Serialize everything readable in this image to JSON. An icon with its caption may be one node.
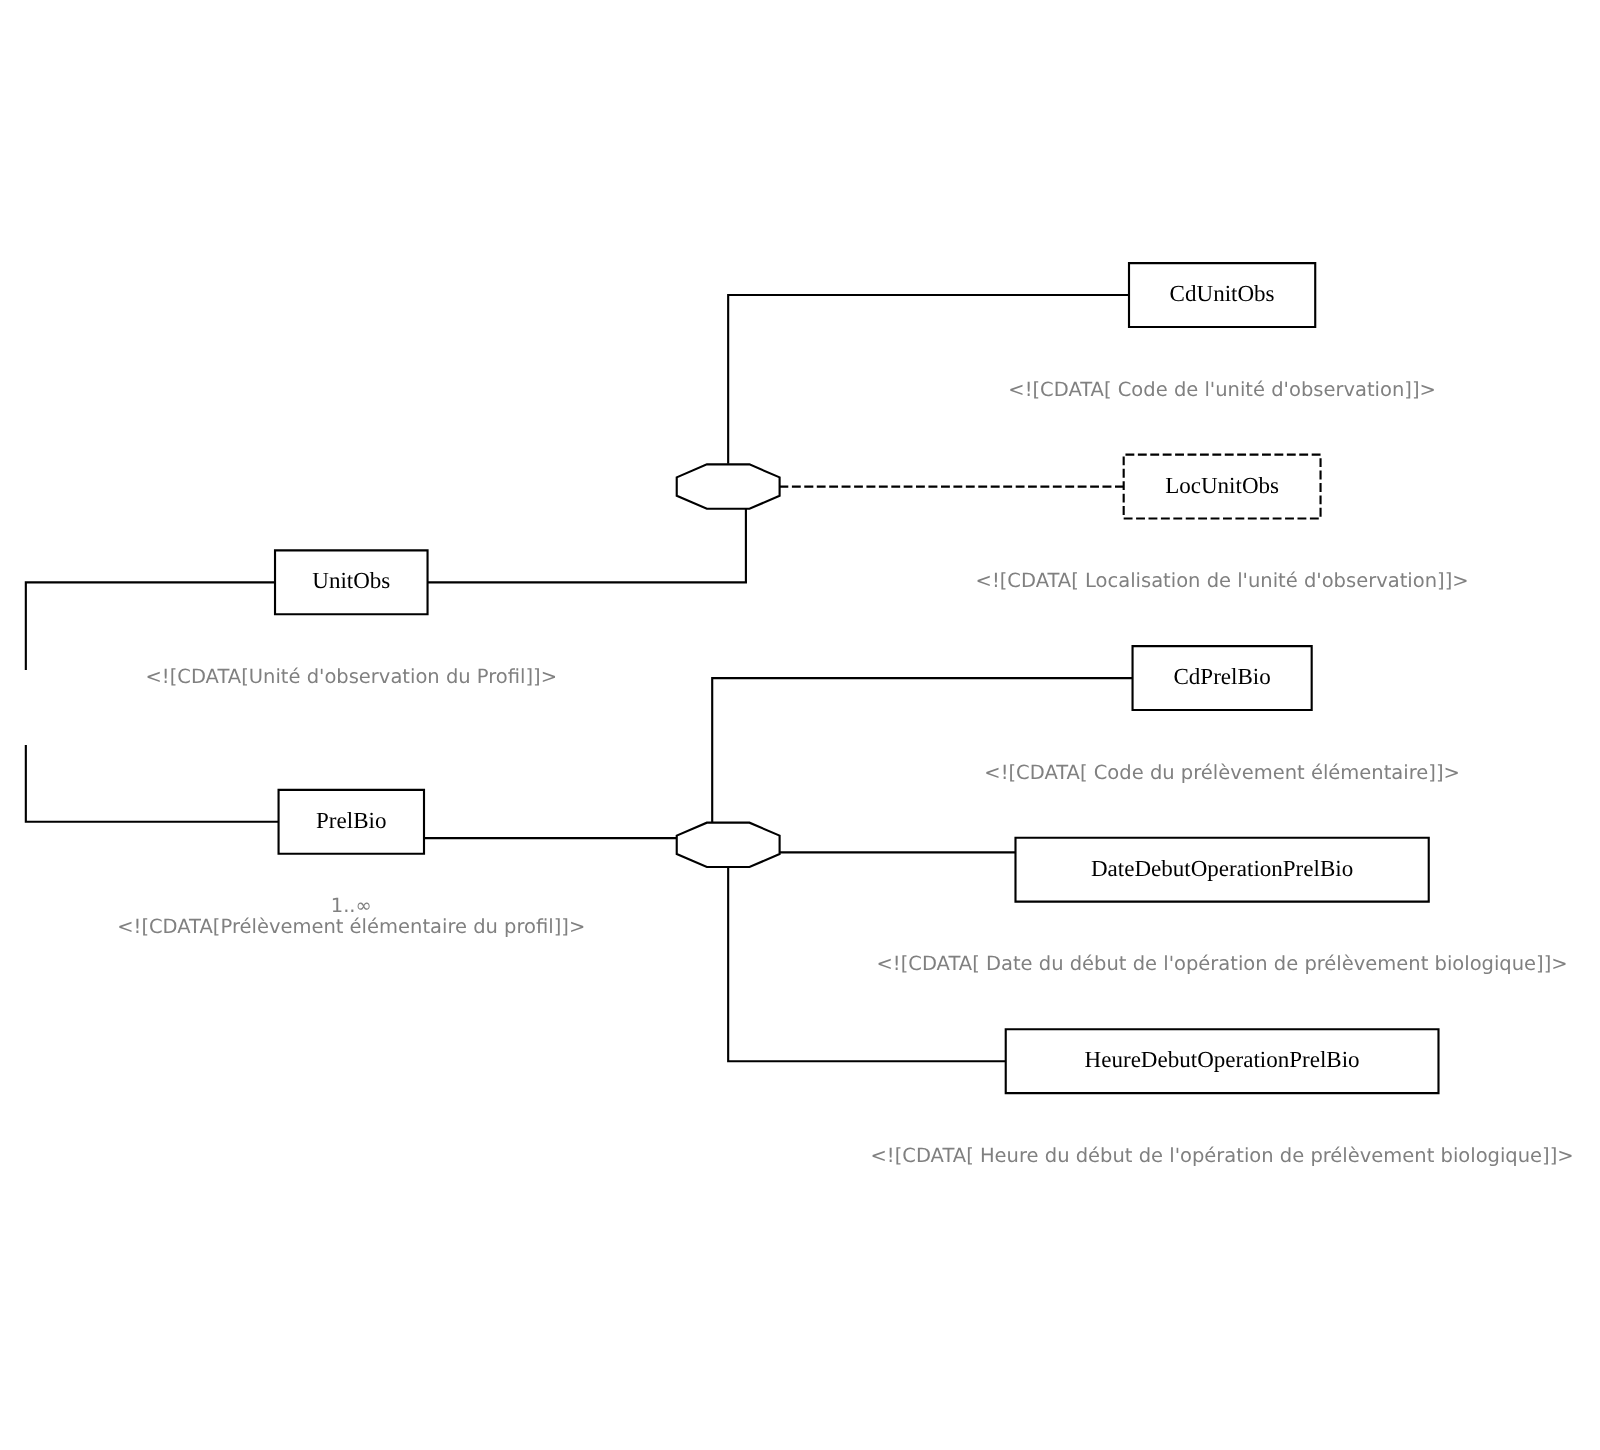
{
  "diagram": {
    "nodes": [
      {
        "text": [
          "UnitObs"
        ],
        "beside": [
          "<![CDATA[Unité d'observation du Profil]]>"
        ]
      },
      {
        "text": [],
        "shape": "octagon"
      },
      {
        "text": [
          "CdUnitObs"
        ],
        "beside": [
          "<![CDATA[ Code de l'unité d'observation]]>"
        ]
      },
      {
        "text": [
          "LocUnitObs"
        ],
        "beside": [
          "<![CDATA[ Localisation de l'unité d'observation]]>"
        ]
      },
      {
        "text": [
          "PrelBio"
        ],
        "beside": [
          "1..∞",
          "<![CDATA[Prélèvement élémentaire du profil]]>"
        ]
      },
      {
        "text": [],
        "shape": "octagon"
      },
      {
        "text": [
          "CdPrelBio"
        ],
        "beside": [
          "<![CDATA[ Code du prélèvement élémentaire]]>"
        ]
      },
      {
        "text": [
          "DateDebutOperationPrelBio"
        ],
        "beside": [
          "<![CDATA[ Date du début de l'opération de prélèvement biologique]]>"
        ]
      },
      {
        "text": [
          "HeureDebutOperationPrelBio"
        ],
        "beside": [
          "<![CDATA[ Heure du début de l'opération de prélèvement biologique]]>"
        ]
      }
    ],
    "edges": [
      {
        "from": null,
        "to": 0,
        "arrow": "none"
      },
      {
        "from": 0,
        "to": 1,
        "arrow": "none"
      },
      {
        "from": 1,
        "to": 2,
        "arrow": "none"
      },
      {
        "from": 1,
        "to": 3,
        "arrow": "none",
        "style": "dashed"
      },
      {
        "from": null,
        "to": 4,
        "arrow": "none"
      },
      {
        "from": 4,
        "to": 5,
        "arrow": "none"
      },
      {
        "from": 5,
        "to": 6,
        "arrow": "none"
      },
      {
        "from": 5,
        "to": 7,
        "arrow": "none"
      },
      {
        "from": 5,
        "to": 8,
        "arrow": "none"
      }
    ]
  }
}
